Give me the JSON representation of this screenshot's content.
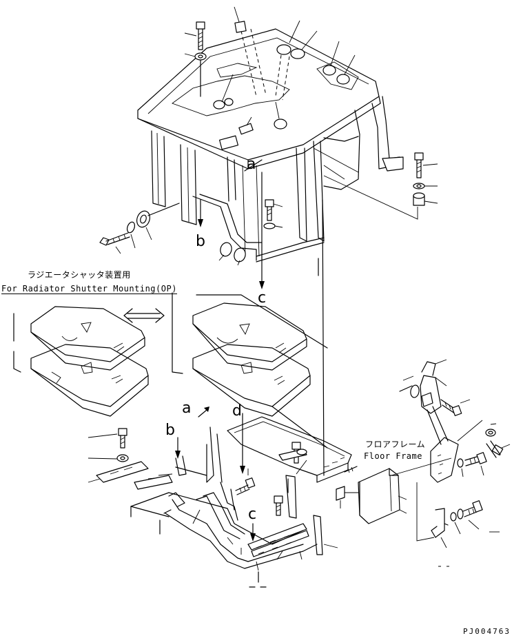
{
  "callouts": {
    "a_upper": "a",
    "b_upper": "b",
    "c_upper": "c",
    "a_lower": "a",
    "b_lower": "b",
    "d_lower": "d",
    "c_lower": "c"
  },
  "radiator_note": {
    "jp": "ラジエータシャッタ装置用",
    "en": "For Radiator Shutter Mounting(OP)"
  },
  "floor_frame": {
    "jp": "フロアフレーム",
    "en": "Floor Frame"
  },
  "drawing_code": "PJ004763",
  "colors": {
    "ink": "#000000",
    "paper": "#ffffff"
  }
}
